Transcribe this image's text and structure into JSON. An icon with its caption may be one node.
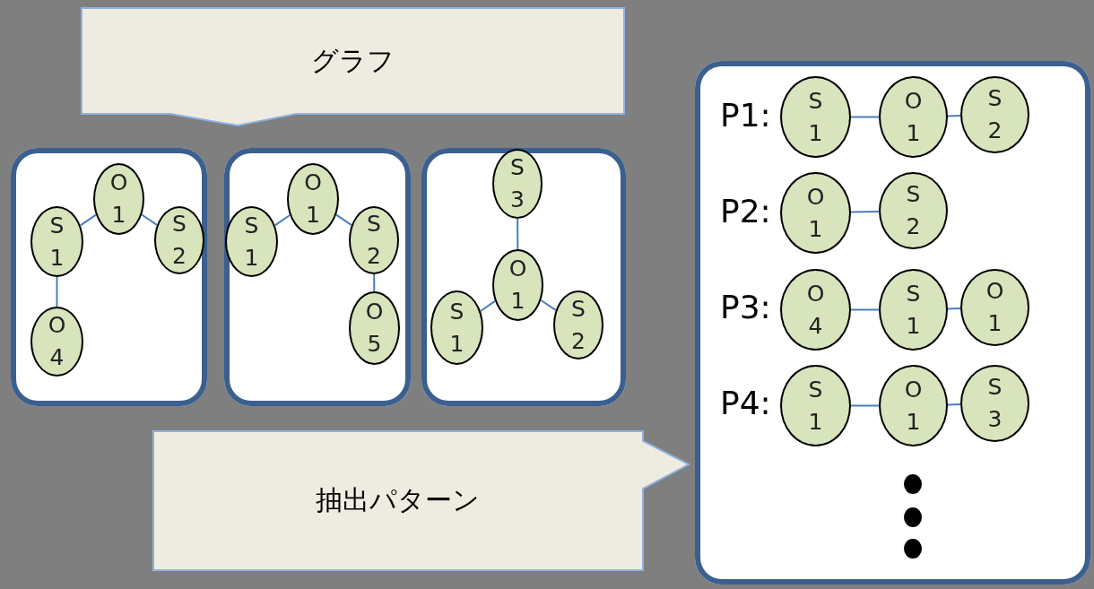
{
  "diagram": {
    "nodes": [
      {
        "text": [
          "グラフ"
        ]
      },
      {
        "text": [],
        "shape": "box"
      },
      {
        "text": [
          "O 1"
        ],
        "in": 1
      },
      {
        "text": [
          "S 1"
        ],
        "in": 1
      },
      {
        "text": [
          "S 2"
        ],
        "in": 1
      },
      {
        "text": [
          "O 4"
        ],
        "in": 1
      },
      {
        "text": [],
        "shape": "box"
      },
      {
        "text": [
          "O 1"
        ],
        "in": 6
      },
      {
        "text": [
          "S 1"
        ],
        "in": 6
      },
      {
        "text": [
          "S 2"
        ],
        "in": 6
      },
      {
        "text": [
          "O 5"
        ],
        "in": 6
      },
      {
        "text": [],
        "shape": "box"
      },
      {
        "text": [
          "S 3"
        ],
        "in": 11
      },
      {
        "text": [
          "O 1"
        ],
        "in": 11
      },
      {
        "text": [
          "S 1"
        ],
        "in": 11
      },
      {
        "text": [
          "S 2"
        ],
        "in": 11
      },
      {
        "text": [
          "抽出パターン"
        ]
      },
      {
        "text": [],
        "shape": "box"
      },
      {
        "text": [
          "S 1"
        ],
        "in": 17
      },
      {
        "text": [
          "O 1"
        ],
        "in": 17
      },
      {
        "text": [
          "S 2"
        ],
        "in": 17
      },
      {
        "text": [
          "O 1"
        ],
        "in": 17
      },
      {
        "text": [
          "S 2"
        ],
        "in": 17
      },
      {
        "text": [
          "O 4"
        ],
        "in": 17
      },
      {
        "text": [
          "S 1"
        ],
        "in": 17
      },
      {
        "text": [
          "O 1"
        ],
        "in": 17
      },
      {
        "text": [
          "S 1"
        ],
        "in": 17
      },
      {
        "text": [
          "O 1"
        ],
        "in": 17
      },
      {
        "text": [
          "S 3"
        ],
        "in": 17
      }
    ],
    "edges": [
      {
        "from": 3,
        "to": 2,
        "arrow": "none"
      },
      {
        "from": 2,
        "to": 4,
        "arrow": "none"
      },
      {
        "from": 3,
        "to": 5,
        "arrow": "none"
      },
      {
        "from": 8,
        "to": 7,
        "arrow": "none"
      },
      {
        "from": 7,
        "to": 9,
        "arrow": "none"
      },
      {
        "from": 9,
        "to": 10,
        "arrow": "none"
      },
      {
        "from": 12,
        "to": 13,
        "arrow": "none"
      },
      {
        "from": 14,
        "to": 13,
        "arrow": "none"
      },
      {
        "from": 13,
        "to": 15,
        "arrow": "none"
      },
      {
        "from": 18,
        "to": 19,
        "arrow": "none"
      },
      {
        "from": 19,
        "to": 20,
        "arrow": "none"
      },
      {
        "from": 21,
        "to": 22,
        "arrow": "none"
      },
      {
        "from": 23,
        "to": 24,
        "arrow": "none"
      },
      {
        "from": 24,
        "to": 25,
        "arrow": "none"
      },
      {
        "from": 26,
        "to": 27,
        "arrow": "none"
      },
      {
        "from": 27,
        "to": 28,
        "arrow": "none"
      }
    ],
    "labels": [
      "P1:",
      "P2:",
      "P3:",
      "P4:"
    ]
  }
}
